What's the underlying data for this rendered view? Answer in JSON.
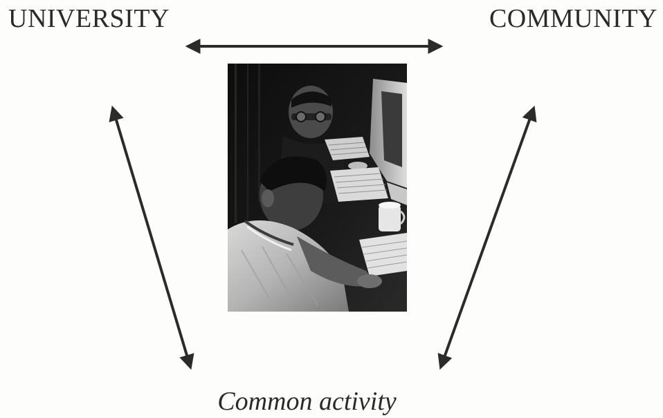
{
  "nodes": {
    "university": "UNIVERSITY",
    "community": "COMMUNITY",
    "activity": "Common activity"
  },
  "photo": {
    "depiction": "two people working at computer terminals"
  },
  "edges": [
    {
      "from": "university",
      "to": "community",
      "style": "double-headed arrow"
    },
    {
      "from": "university",
      "to": "activity",
      "style": "double-headed arrow"
    },
    {
      "from": "community",
      "to": "activity",
      "style": "double-headed arrow"
    }
  ],
  "colors": {
    "arrow": "#2b2b2b",
    "text": "#2a2a2a",
    "background": "#fdfdfc"
  }
}
